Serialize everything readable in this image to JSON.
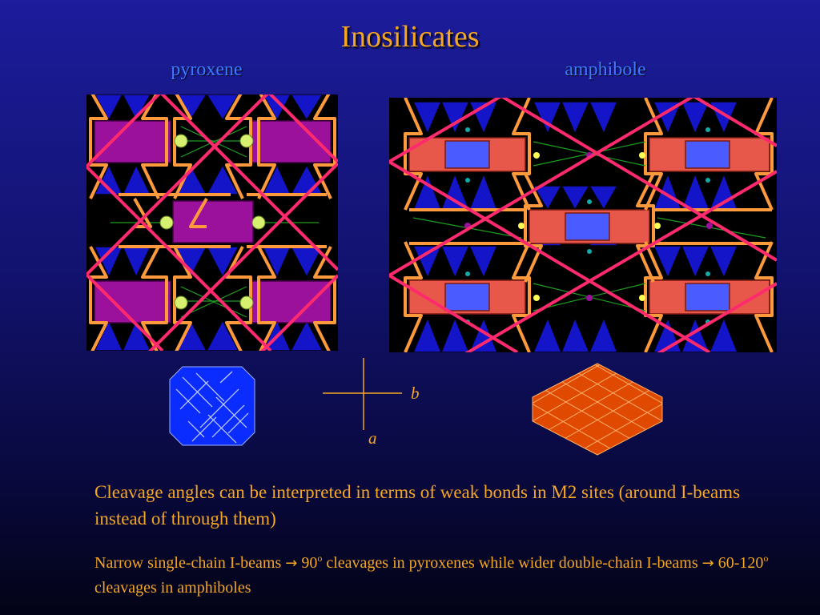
{
  "slide": {
    "title": "Inosilicates",
    "pyroxene_label": "pyroxene",
    "amphibole_label": "amphibole",
    "axis_b": "b",
    "axis_a": "a",
    "paragraph1": "Cleavage angles can be interpreted in terms of weak bonds in M2 sites (around I-beams instead of through them)",
    "p2_part1": "Narrow single-chain I-beams ",
    "p2_arrow1": "→",
    "p2_part2": " 90",
    "p2_sup1": "o",
    "p2_part3": " cleavages in pyroxenes while wider double-chain I-beams ",
    "p2_arrow2": "→",
    "p2_part4": " 60-120",
    "p2_sup2": "o",
    "p2_part5": " cleavages in amphiboles"
  },
  "colors": {
    "title": "#f5a623",
    "label": "#3d7bff",
    "cleavage_line": "#ff2a6d",
    "ibeam": "#ff9a3c",
    "tetrahedra": "#1414c8",
    "pyroxene_octahedra": "#9b119b",
    "amphibole_octahedra": "#e8584a",
    "pyroxene_crystal": "#0a2cff",
    "amphibole_crystal": "#e04a00"
  }
}
